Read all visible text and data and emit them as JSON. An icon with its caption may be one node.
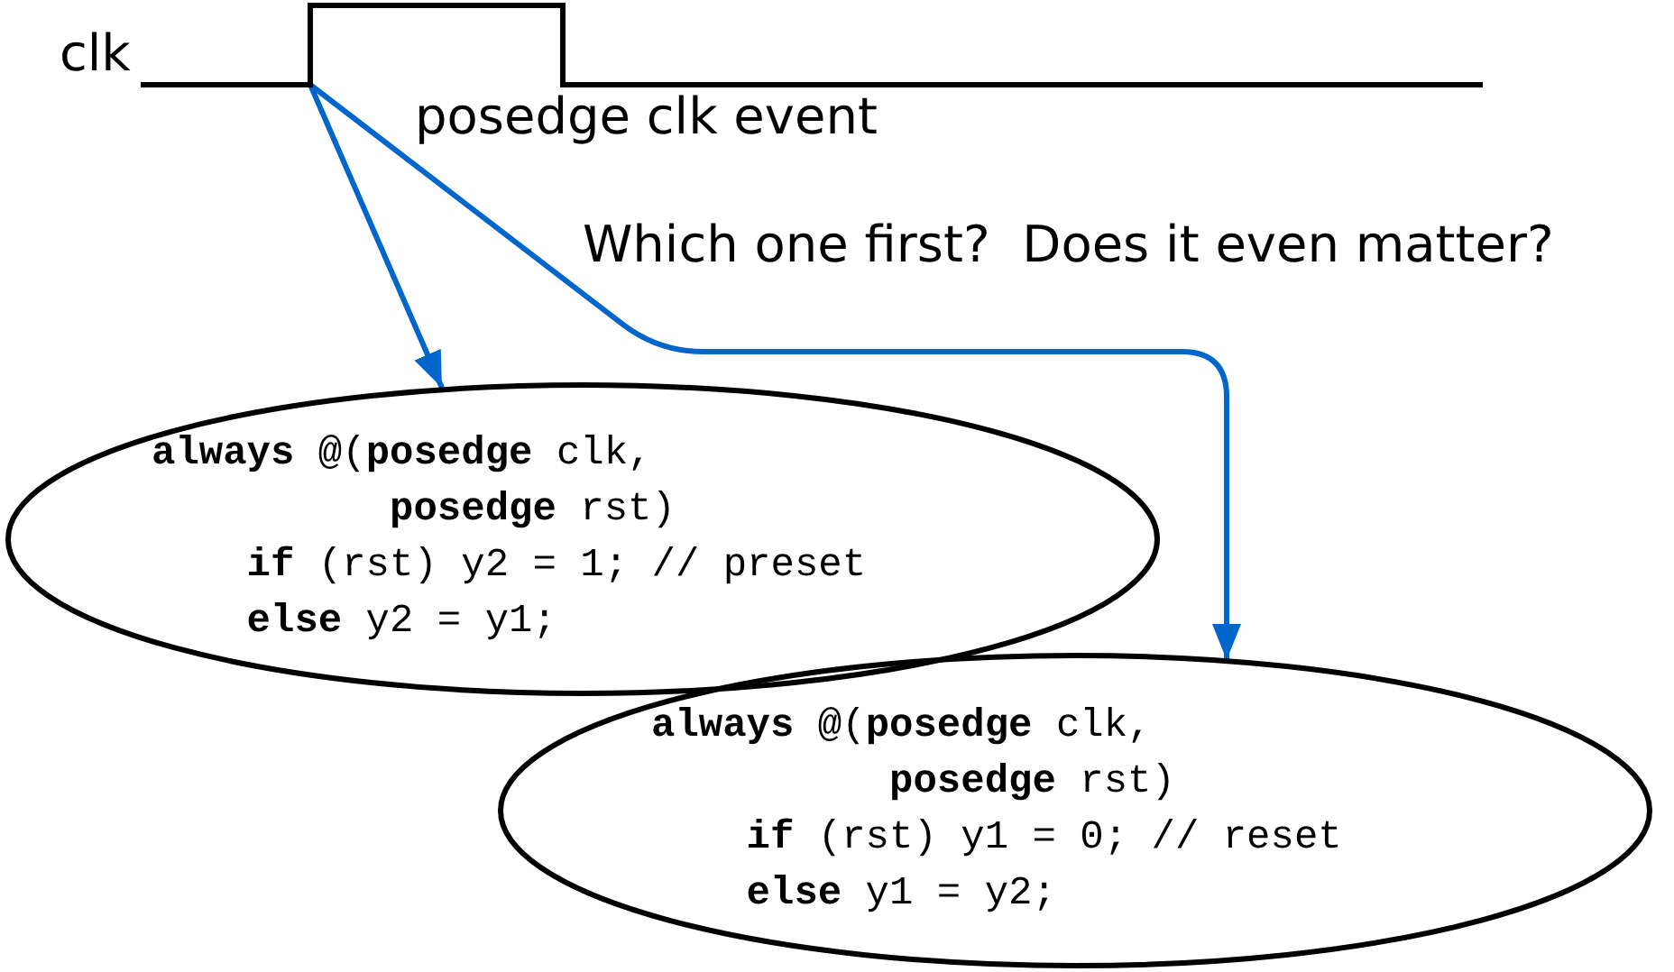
{
  "diagram": {
    "nodes": [
      {
        "text": [],
        "shape": "waveform",
        "beside": [
          "clk",
          "posedge clk event"
        ]
      },
      {
        "text": [
          "**always** @(**posedge** clk,",
          "**posedge** rst)",
          "**if** (rst) y2 = 1; // preset",
          "**else** y2 = y1;"
        ]
      },
      {
        "text": [
          "**always** @(**posedge** clk,",
          "**posedge** rst)",
          "**if** (rst) y1 = 0; // reset",
          "**else** y1 = y2;"
        ]
      }
    ],
    "edges": [
      {
        "from": 0,
        "to": 1,
        "arrow": "to"
      },
      {
        "from": 0,
        "to": 2,
        "arrow": "to"
      }
    ],
    "labels": [
      "Which one first?  Does it even matter?"
    ]
  }
}
